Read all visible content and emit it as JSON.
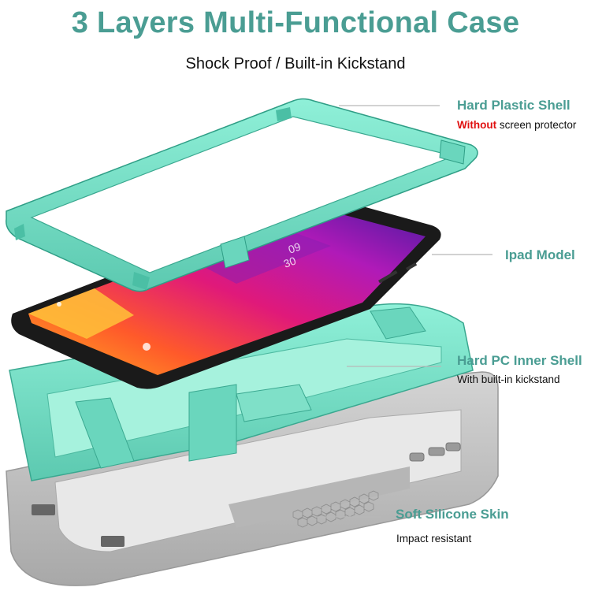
{
  "title": "3 Layers Multi-Functional Case",
  "subtitle": "Shock Proof / Built-in Kickstand",
  "callouts": {
    "hard_plastic": {
      "label": "Hard Plastic Shell",
      "note_highlight": "Without",
      "note_rest": " screen protector"
    },
    "ipad": {
      "label": "Ipad Model"
    },
    "pc_inner": {
      "label": "Hard PC Inner Shell",
      "note": "With built-in kickstand"
    },
    "silicone": {
      "label": "Soft Silicone Skin",
      "note": "Impact resistant"
    }
  },
  "screen_clock": "09\n30",
  "colors": {
    "accent": "#4a9d93",
    "mint": "#7ee3cc",
    "gray_skin": "#c4c4c4",
    "warning": "#e01010"
  }
}
